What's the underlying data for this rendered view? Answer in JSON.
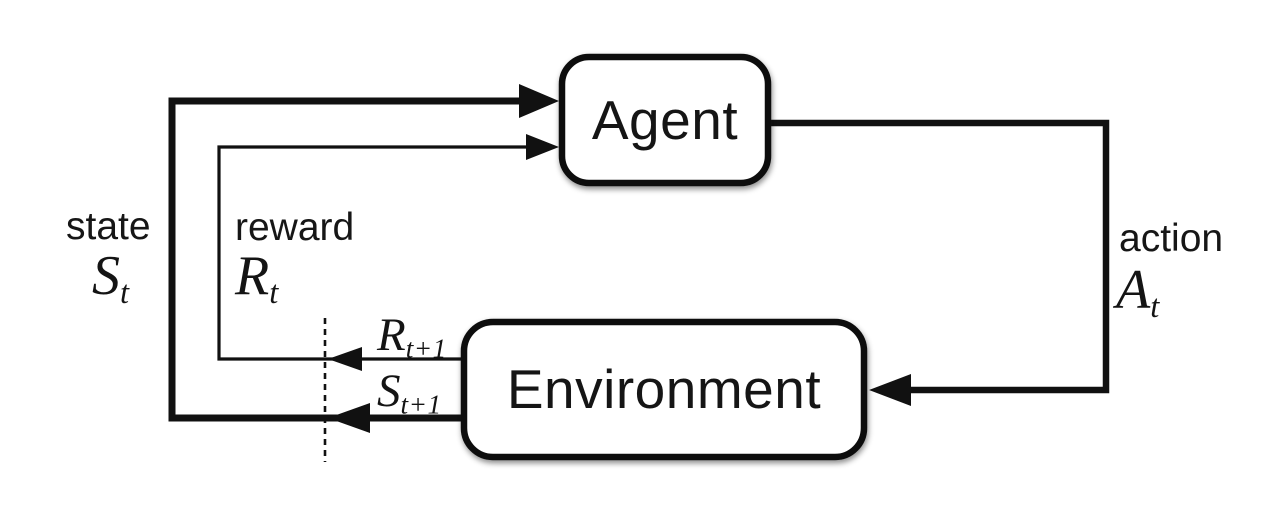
{
  "colors": {
    "line": "#111111",
    "background": "#ffffff",
    "box_fill": "#ffffff"
  },
  "nodes": {
    "agent": {
      "label": "Agent"
    },
    "environment": {
      "label": "Environment"
    }
  },
  "labels": {
    "state": {
      "word": "state",
      "base": "S",
      "sub": "t"
    },
    "reward": {
      "word": "reward",
      "base": "R",
      "sub": "t"
    },
    "action": {
      "word": "action",
      "base": "A",
      "sub": "t"
    },
    "next_reward": {
      "base": "R",
      "sub": "t+1"
    },
    "next_state": {
      "base": "S",
      "sub": "t+1"
    }
  },
  "edges": [
    {
      "from": "environment",
      "to": "agent",
      "label": "state St (thick loop, crosses time boundary as St+1)"
    },
    {
      "from": "environment",
      "to": "agent",
      "label": "reward Rt (thin loop, crosses time boundary as Rt+1)"
    },
    {
      "from": "agent",
      "to": "environment",
      "label": "action At"
    }
  ]
}
